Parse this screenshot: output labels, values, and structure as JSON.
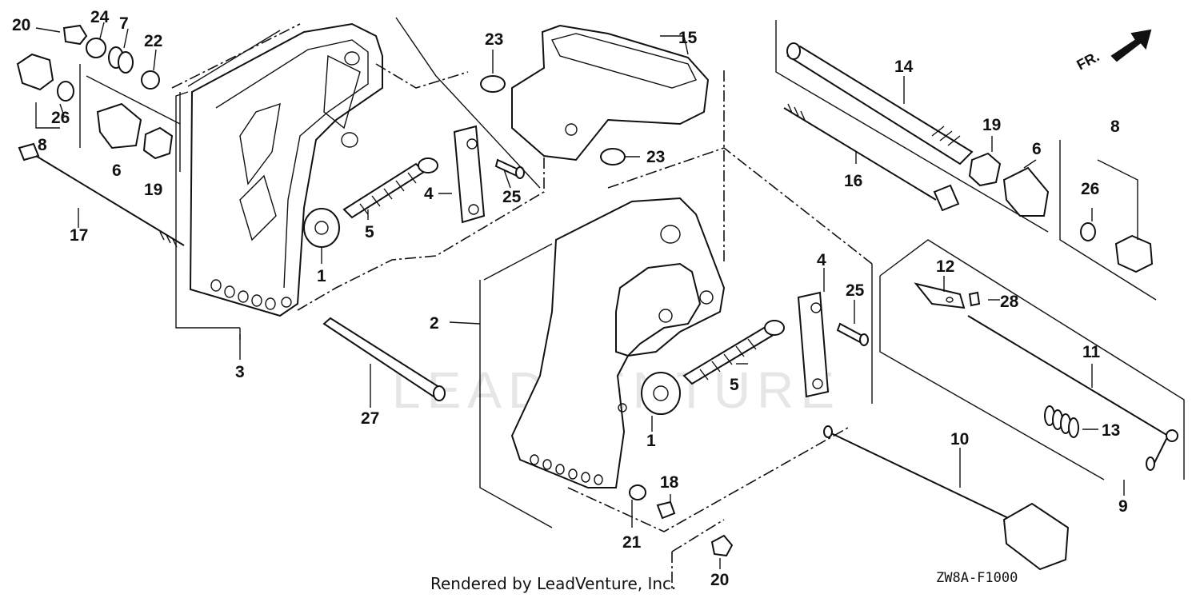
{
  "diagram": {
    "orientation_label": "FR.",
    "watermark": "LEADVENTURE",
    "footer": "Rendered by LeadVenture, Inc.",
    "code": "ZW8A-F1000",
    "callouts": {
      "c1a": "1",
      "c1b": "1",
      "c2": "2",
      "c3": "3",
      "c4a": "4",
      "c4b": "4",
      "c5a": "5",
      "c5b": "5",
      "c6a": "6",
      "c6b": "6",
      "c7": "7",
      "c8a": "8",
      "c8b": "8",
      "c9": "9",
      "c10": "10",
      "c11": "11",
      "c12": "12",
      "c13": "13",
      "c14": "14",
      "c15": "15",
      "c16": "16",
      "c17": "17",
      "c18": "18",
      "c19a": "19",
      "c19b": "19",
      "c20a": "20",
      "c20b": "20",
      "c21": "21",
      "c22": "22",
      "c23a": "23",
      "c23b": "23",
      "c24": "24",
      "c25a": "25",
      "c25b": "25",
      "c26a": "26",
      "c26b": "26",
      "c27": "27",
      "c28": "28"
    }
  }
}
